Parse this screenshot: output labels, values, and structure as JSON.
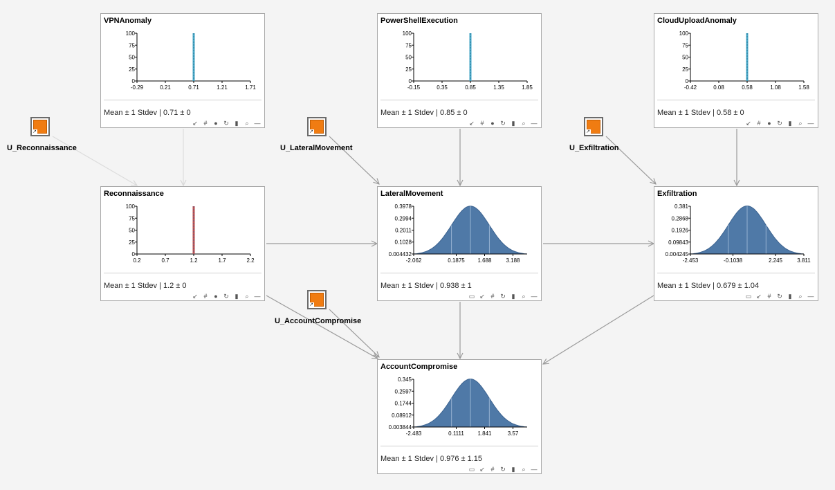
{
  "nodes": {
    "vpn": {
      "title": "VPNAnomaly",
      "stat": "Mean ± 1 Stdev | 0.71 ± 0"
    },
    "ps": {
      "title": "PowerShellExecution",
      "stat": "Mean ± 1 Stdev | 0.85 ± 0"
    },
    "cloud": {
      "title": "CloudUploadAnomaly",
      "stat": "Mean ± 1 Stdev | 0.58 ± 0"
    },
    "recon": {
      "title": "Reconnaissance",
      "stat": "Mean ± 1 Stdev | 1.2 ± 0"
    },
    "lateral": {
      "title": "LateralMovement",
      "stat": "Mean ± 1 Stdev | 0.938 ± 1"
    },
    "exfil": {
      "title": "Exfiltration",
      "stat": "Mean ± 1 Stdev | 0.679 ± 1.04"
    },
    "account": {
      "title": "AccountCompromise",
      "stat": "Mean ± 1 Stdev | 0.976 ± 1.15"
    }
  },
  "unodes": {
    "recon": {
      "label": "U_Reconnaissance"
    },
    "lateral": {
      "label": "U_LateralMovement"
    },
    "exfil": {
      "label": "U_Exfiltration"
    },
    "account": {
      "label": "U_AccountCompromise"
    }
  },
  "icons": {
    "link": "↗"
  },
  "toolbar_icons": {
    "minimize": "↙",
    "grid": "#",
    "dot": "●",
    "refresh": "↻",
    "histogram": "▮",
    "search": "⌕",
    "collapse": "—",
    "comment": "▭"
  },
  "colors": {
    "accent": "#4f79a7",
    "spike": "#4aa8c8",
    "spike_red": "#c0504d",
    "u_fill": "#f07c12"
  },
  "chart_data": [
    {
      "node": "vpn",
      "type": "bar",
      "yticks": [
        "0",
        "25",
        "50",
        "75",
        "100"
      ],
      "xticks": [
        "-0.29",
        "0.21",
        "0.71",
        "1.21",
        "1.71"
      ],
      "xlim": [
        -0.29,
        1.71
      ],
      "ylim": [
        0,
        100
      ],
      "spike_at": 0.71,
      "value": 100
    },
    {
      "node": "ps",
      "type": "bar",
      "yticks": [
        "0",
        "25",
        "50",
        "75",
        "100"
      ],
      "xticks": [
        "-0.15",
        "0.35",
        "0.85",
        "1.35",
        "1.85"
      ],
      "xlim": [
        -0.15,
        1.85
      ],
      "ylim": [
        0,
        100
      ],
      "spike_at": 0.85,
      "value": 100
    },
    {
      "node": "cloud",
      "type": "bar",
      "yticks": [
        "0",
        "25",
        "50",
        "75",
        "100"
      ],
      "xticks": [
        "-0.42",
        "0.08",
        "0.58",
        "1.08",
        "1.58"
      ],
      "xlim": [
        -0.42,
        1.58
      ],
      "ylim": [
        0,
        100
      ],
      "spike_at": 0.58,
      "value": 100
    },
    {
      "node": "recon",
      "type": "bar",
      "yticks": [
        "0",
        "25",
        "50",
        "75",
        "100"
      ],
      "xticks": [
        "0.2",
        "0.7",
        "1.2",
        "1.7",
        "2.2"
      ],
      "xlim": [
        0.2,
        2.2
      ],
      "ylim": [
        0,
        100
      ],
      "spike_at": 1.2,
      "value": 100
    },
    {
      "node": "lateral",
      "type": "area",
      "yticks": [
        "0.004432",
        "0.1028",
        "0.2011",
        "0.2994",
        "0.3978"
      ],
      "xticks": [
        "-2.062",
        "0.1875",
        "1.688",
        "3.188"
      ],
      "xlim": [
        -2.062,
        3.938
      ],
      "ylim": [
        0.004432,
        0.3978
      ],
      "mean": 0.938,
      "sd": 1.0
    },
    {
      "node": "exfil",
      "type": "area",
      "yticks": [
        "0.004245",
        "0.09843",
        "0.1926",
        "0.2868",
        "0.381"
      ],
      "xticks": [
        "-2.453",
        "-0.1038",
        "2.245",
        "3.811"
      ],
      "xlim": [
        -2.453,
        3.811
      ],
      "ylim": [
        0.004245,
        0.381
      ],
      "mean": 0.679,
      "sd": 1.04
    },
    {
      "node": "account",
      "type": "area",
      "yticks": [
        "0.003844",
        "0.08912",
        "0.1744",
        "0.2597",
        "0.345"
      ],
      "xticks": [
        "-2.483",
        "0.1111",
        "1.841",
        "3.57"
      ],
      "xlim": [
        -2.483,
        4.435
      ],
      "ylim": [
        0.003844,
        0.345
      ],
      "mean": 0.976,
      "sd": 1.15
    }
  ]
}
